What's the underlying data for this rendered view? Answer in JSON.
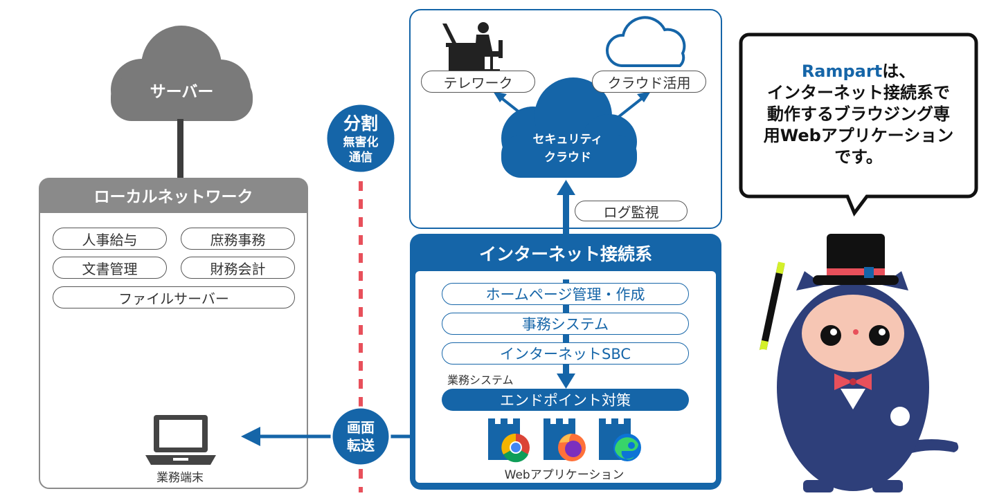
{
  "colors": {
    "primary_blue": "#1565a8",
    "gray_dark": "#7a7a7a",
    "gray_header": "#8a8a8a",
    "red_dash": "#e8505b",
    "cat_body": "#2e3f7a"
  },
  "server": {
    "label": "サーバー"
  },
  "lan": {
    "title": "ローカルネットワーク",
    "items": [
      "人事給与",
      "庶務事務",
      "文書管理",
      "財務会計",
      "ファイルサーバー"
    ],
    "terminal_label": "業務端末"
  },
  "divider": {
    "title": "分割",
    "subtitle": "無害化\n通信"
  },
  "transfer": {
    "label": "画面\n転送"
  },
  "cloud_panel": {
    "telework": "テレワーク",
    "cloud_use": "クラウド活用",
    "security_cloud": "セキュリティ\nクラウド",
    "log": "ログ監視"
  },
  "internet": {
    "title": "インターネット接続系",
    "items": [
      "ホームページ管理・作成",
      "事務システム",
      "インターネットSBC"
    ],
    "sub_label": "業務システム",
    "endpoint": "エンドポイント対策",
    "webapp_label": "Webアプリケーション"
  },
  "speech": {
    "brand": "Rampart",
    "line1_rest": "は、",
    "line2": "インターネット接続系で",
    "line3": "動作するブラウジング専",
    "line4": "用Webアプリケーション",
    "line5": "です。"
  },
  "icons": [
    "person-at-desk-icon",
    "cloud-outline-icon",
    "laptop-icon",
    "chrome-icon",
    "firefox-icon",
    "edge-icon",
    "castle-icon"
  ]
}
